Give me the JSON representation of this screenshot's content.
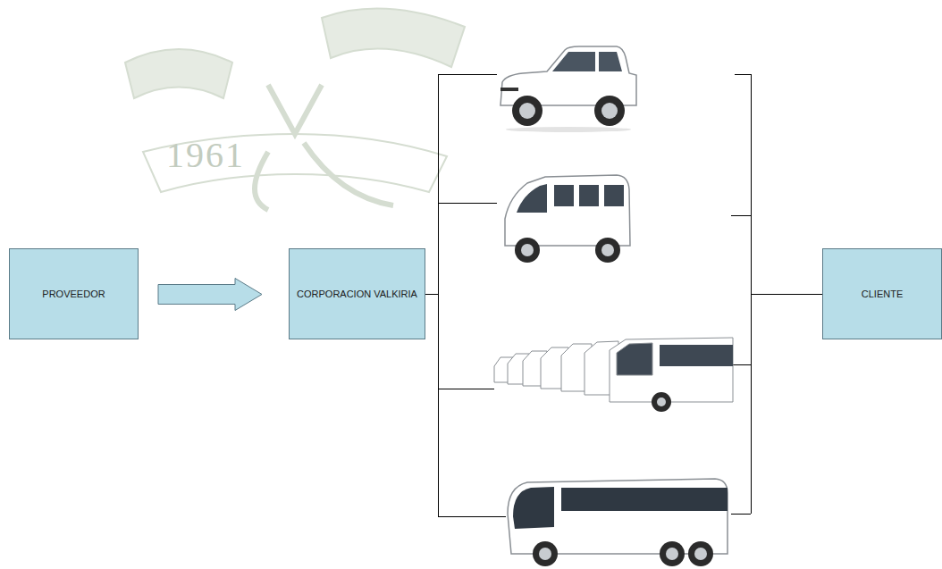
{
  "diagram": {
    "nodes": [
      {
        "text": [
          "PROVEEDOR"
        ]
      },
      {
        "text": [
          "CORPORACION VALKIRIA"
        ]
      },
      {
        "text": [
          "CLIENTE"
        ]
      }
    ],
    "edges": [
      {
        "from": 0,
        "to": 1,
        "arrow": "to"
      },
      {
        "from": 1,
        "to": 2,
        "arrow": "none"
      }
    ],
    "labels": [
      "1961"
    ]
  }
}
